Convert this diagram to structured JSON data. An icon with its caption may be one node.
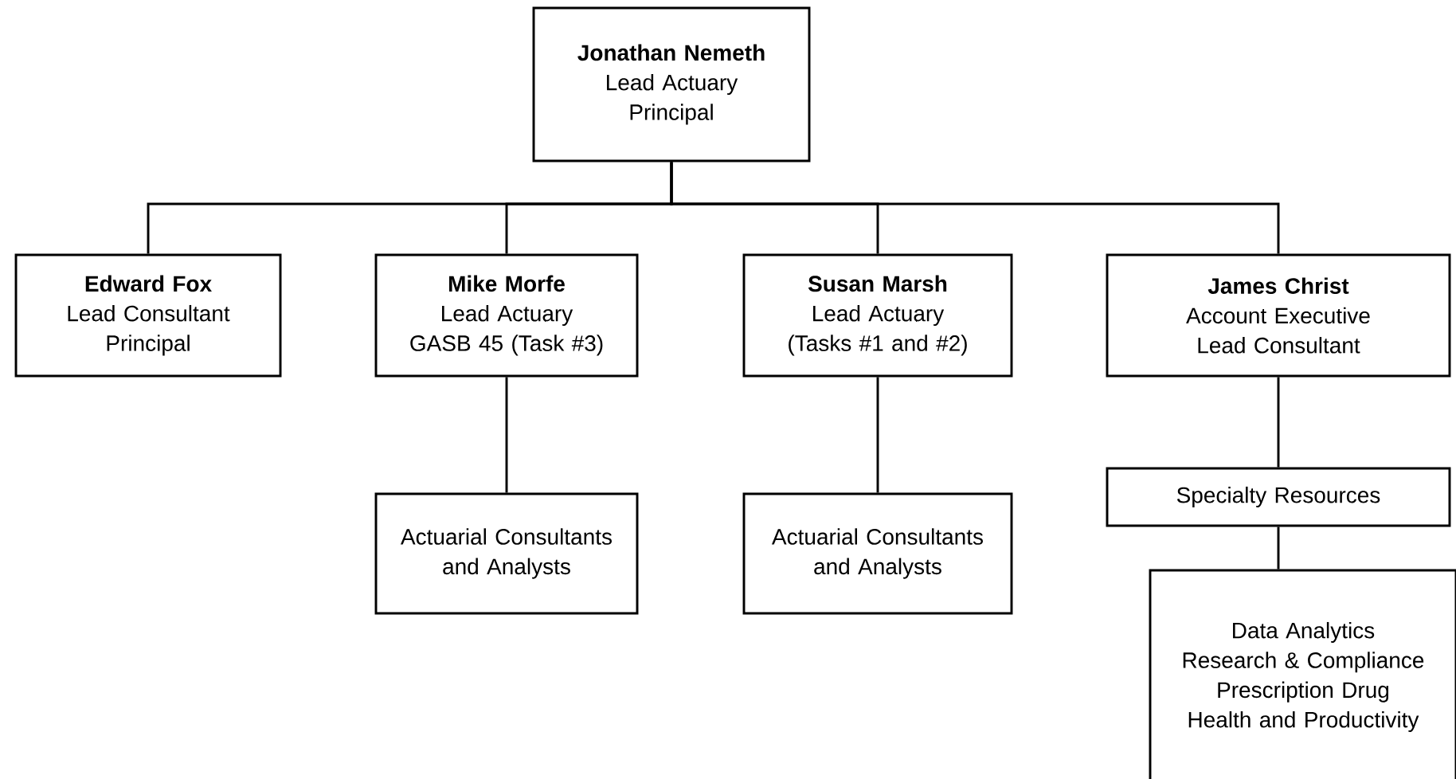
{
  "diagram": {
    "nodes": [
      {
        "text": [
          "Jonathan Nemeth",
          "Lead Actuary",
          "Principal"
        ]
      },
      {
        "text": [
          "Edward Fox",
          "Lead Consultant",
          "Principal"
        ]
      },
      {
        "text": [
          "Mike Morfe",
          "Lead Actuary",
          "GASB 45 (Task #3)"
        ]
      },
      {
        "text": [
          "Susan Marsh",
          "Lead Actuary",
          "(Tasks #1 and #2)"
        ]
      },
      {
        "text": [
          "James Christ",
          "Account Executive",
          "Lead Consultant"
        ]
      },
      {
        "text": [
          "Actuarial Consultants and Analysts"
        ]
      },
      {
        "text": [
          "Actuarial Consultants and Analysts"
        ]
      },
      {
        "text": [
          "Specialty Resources"
        ]
      },
      {
        "text": [
          "Data Analytics",
          "Research & Compliance",
          "Prescription Drug",
          "Health and Productivity"
        ]
      }
    ],
    "edges": [
      {
        "from": 0,
        "to": 1,
        "arrow": "none"
      },
      {
        "from": 0,
        "to": 2,
        "arrow": "none"
      },
      {
        "from": 0,
        "to": 3,
        "arrow": "none"
      },
      {
        "from": 0,
        "to": 4,
        "arrow": "none"
      },
      {
        "from": 2,
        "to": 5,
        "arrow": "none"
      },
      {
        "from": 3,
        "to": 6,
        "arrow": "none"
      },
      {
        "from": 4,
        "to": 7,
        "arrow": "none"
      },
      {
        "from": 7,
        "to": 8,
        "arrow": "none"
      }
    ]
  }
}
